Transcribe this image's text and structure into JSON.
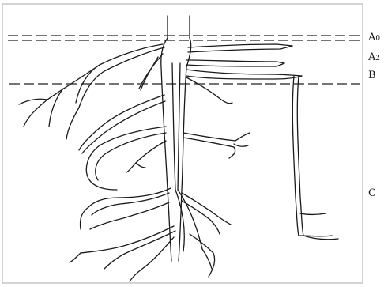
{
  "horizons": [
    {
      "id": "A0",
      "letter": "A",
      "sub": "0"
    },
    {
      "id": "A2",
      "letter": "A",
      "sub": "2"
    },
    {
      "id": "B",
      "letter": "B",
      "sub": ""
    },
    {
      "id": "C",
      "letter": "C",
      "sub": ""
    }
  ]
}
